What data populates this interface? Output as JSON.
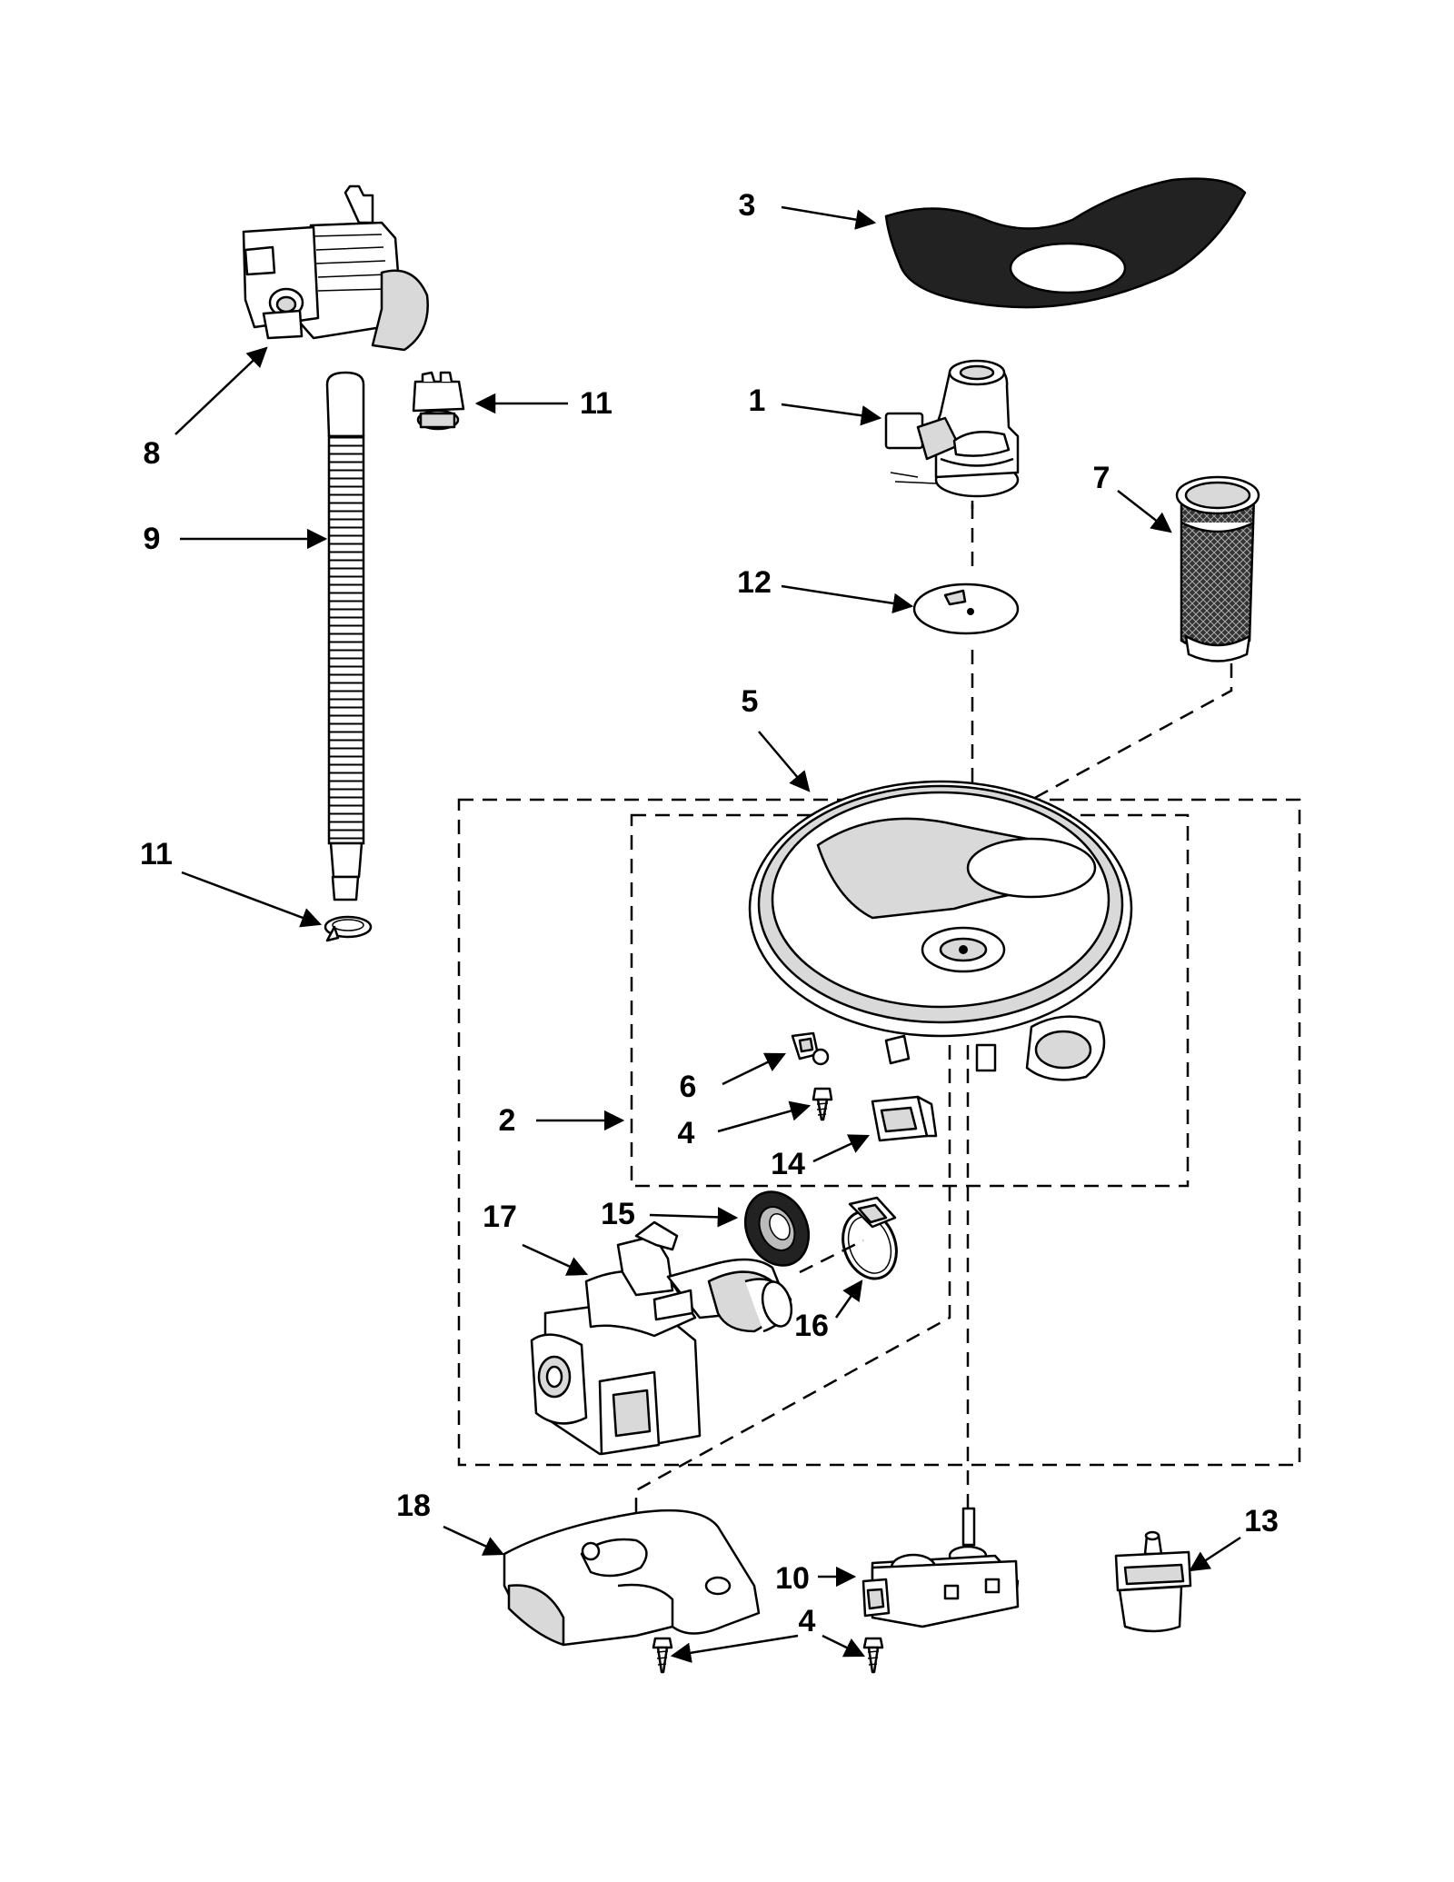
{
  "callouts": {
    "c1": "1",
    "c2": "2",
    "c3": "3",
    "c4a": "4",
    "c4b": "4",
    "c5": "5",
    "c6": "6",
    "c7": "7",
    "c8": "8",
    "c9": "9",
    "c10": "10",
    "c11a": "11",
    "c11b": "11",
    "c12": "12",
    "c13": "13",
    "c14": "14",
    "c15": "15",
    "c16": "16",
    "c17": "17",
    "c18": "18"
  }
}
